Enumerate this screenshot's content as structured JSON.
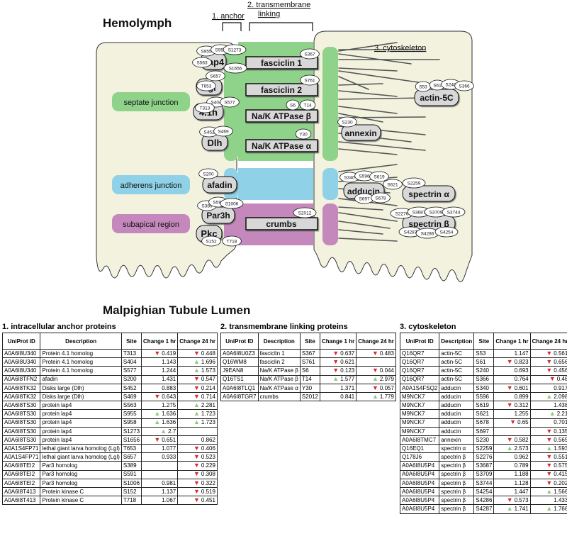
{
  "diagram": {
    "hemolymph": "Hemolymph",
    "lumen": "Malpighian Tubule Lumen",
    "anchor_label": "1. anchor",
    "transmembrane_label": [
      "2. transmembrane",
      "linking"
    ],
    "cytoskeleton_label": "3. cytoskeleton",
    "junctions": [
      "septate junction",
      "adherens junction",
      "subapical region"
    ],
    "anchor_proteins": [
      "Lap4",
      "Lgl",
      "4.1h",
      "Dlh",
      "afadin",
      "Par3h",
      "Pkc"
    ],
    "transmembrane_proteins": [
      "fasciclin 1",
      "fasciclin 2",
      "Na/K ATPase β",
      "Na/K ATPase α",
      "crumbs"
    ],
    "cyto_proteins": [
      "actin-5C",
      "annexin",
      "adducin",
      "spectrin α",
      "spectrin β"
    ],
    "sites": {
      "lap4": [
        "S955",
        "S958",
        "S1273",
        "S563",
        "S1656"
      ],
      "lgl": [
        "S657",
        "T653"
      ],
      "h41": [
        "S404",
        "S577",
        "T313"
      ],
      "dlh": [
        "S452",
        "S469"
      ],
      "afadin": [
        "S200"
      ],
      "par3h": [
        "S389",
        "S591",
        "S1006"
      ],
      "pkc": [
        "S152",
        "T718"
      ],
      "fas1": [
        "S367"
      ],
      "fas2": [
        "S761"
      ],
      "nakb": [
        "S6",
        "T14"
      ],
      "naka": [
        "Y30"
      ],
      "crumbs": [
        "S2012"
      ],
      "actin": [
        "S53",
        "S61",
        "S240",
        "S366"
      ],
      "annexin": [
        "S230"
      ],
      "adducin": [
        "S340",
        "S596",
        "S619",
        "S621",
        "S697",
        "S678"
      ],
      "spectrin_a": [
        "S2259"
      ],
      "spectrin_b": [
        "S2276",
        "S3687",
        "S3709",
        "S3744",
        "S4287",
        "S4286",
        "S4254"
      ]
    }
  },
  "colors": {
    "cell": "#f2f2df",
    "septate": "#8fd28a",
    "adherens": "#8fd1e6",
    "subapical": "#c488bd",
    "protein_fill": "#d8d8d8",
    "up_arrow": "#8cc87a",
    "down_arrow": "#d42a32"
  },
  "tables": {
    "t1": {
      "title": "1. intracellular anchor proteins",
      "headers": [
        "UniProt ID",
        "Description",
        "Site",
        "Change 1 hr",
        "Change 24 hr"
      ],
      "rows": [
        [
          "A0A6I8U340",
          "Protein 4.1 homolog",
          "T313",
          "down",
          "0.419",
          "down",
          "0.448"
        ],
        [
          "A0A6I8U340",
          "Protein 4.1 homolog",
          "S404",
          "",
          "1.143",
          "up",
          "1.696"
        ],
        [
          "A0A6I8U340",
          "Protein 4.1 homolog",
          "S577",
          "",
          "1.244",
          "up",
          "1.573"
        ],
        [
          "A0A6I8TFN2",
          "afadin",
          "S200",
          "",
          "1.431",
          "down",
          "0.547"
        ],
        [
          "A0A6I8TK32",
          "Disks large (Dlh)",
          "S452",
          "",
          "0.883",
          "down",
          "0.214"
        ],
        [
          "A0A6I8TK32",
          "Disks large (Dlh)",
          "S469",
          "down",
          "0.643",
          "down",
          "0.714"
        ],
        [
          "A0A6I8TS30",
          "protein lap4",
          "S563",
          "",
          "1.275",
          "up",
          "2.281"
        ],
        [
          "A0A6I8TS30",
          "protein lap4",
          "S955",
          "up",
          "1.636",
          "up",
          "1.723"
        ],
        [
          "A0A6I8TS30",
          "protein lap4",
          "S958",
          "up",
          "1.636",
          "up",
          "1.723"
        ],
        [
          "A0A6I8TS30",
          "protein lap4",
          "S1273",
          "up",
          "2.7",
          "",
          ""
        ],
        [
          "A0A6I8TS30",
          "protein lap4",
          "S1656",
          "down",
          "0.651",
          "",
          "0.862"
        ],
        [
          "A0A1S4FP71",
          "lethal giant larva homolog (Lgl)",
          "T653",
          "",
          "1.077",
          "down",
          "0.406"
        ],
        [
          "A0A1S4FP71",
          "lethal giant larva homolog (Lgl)",
          "S657",
          "",
          "0.933",
          "down",
          "0.523"
        ],
        [
          "A0A6I8TEI2",
          "Par3 homolog",
          "S389",
          "",
          "",
          "down",
          "0.229"
        ],
        [
          "A0A6I8TEI2",
          "Par3 homolog",
          "S591",
          "",
          "",
          "down",
          "0.308"
        ],
        [
          "A0A6I8TEI2",
          "Par3 homolog",
          "S1006",
          "",
          "0.981",
          "down",
          "0.322"
        ],
        [
          "A0A6I8T413",
          "Protein kinase C",
          "S152",
          "",
          "1.137",
          "down",
          "0.519"
        ],
        [
          "A0A6I8T413",
          "Protein kinase C",
          "T718",
          "",
          "1.067",
          "down",
          "0.451"
        ]
      ]
    },
    "t2": {
      "title": "2. transmembrane linking proteins",
      "headers": [
        "UniProt ID",
        "Description",
        "Site",
        "Change 1 hr",
        "Change 24 hr"
      ],
      "rows": [
        [
          "A0A6I8U0Z3",
          "fasciclin 1",
          "S367",
          "down",
          "0.637",
          "down",
          "0.483"
        ],
        [
          "Q16WM8",
          "fasciclin 2",
          "S761",
          "down",
          "0.621",
          "",
          ""
        ],
        [
          "J9EAN8",
          "Na/K ATPase β",
          "S6",
          "down",
          "0.123",
          "down",
          "0.044"
        ],
        [
          "Q16TS1",
          "Na/K ATPase β",
          "T14",
          "up",
          "1.577",
          "up",
          "2.979"
        ],
        [
          "A0A6I8TLQ1",
          "Na/K ATPase α",
          "Y30",
          "",
          "1.371",
          "down",
          "0.057"
        ],
        [
          "A0A6I8TGR7",
          "crumbs",
          "S2012",
          "",
          "0.841",
          "up",
          "1.779"
        ]
      ]
    },
    "t3": {
      "title": "3. cytoskeleton",
      "headers": [
        "UniProt ID",
        "Description",
        "Site",
        "Change 1 hr",
        "Change 24 hr"
      ],
      "rows": [
        [
          "Q16QR7",
          "actin-5C",
          "S53",
          "",
          "1.147",
          "down",
          "0.561"
        ],
        [
          "Q16QR7",
          "actin-5C",
          "S61",
          "down",
          "0.823",
          "down",
          "0.656"
        ],
        [
          "Q16QR7",
          "actin-5C",
          "S240",
          "",
          "0.693",
          "down",
          "0.456"
        ],
        [
          "Q16QR7",
          "actin-5C",
          "S366",
          "",
          "0.764",
          "down",
          "0.48"
        ],
        [
          "A0A1S4FSQ2",
          "adducin",
          "S340",
          "down",
          "0.601",
          "",
          "0.917"
        ],
        [
          "M9NCK7",
          "adducin",
          "S596",
          "",
          "0.899",
          "up",
          "2.098"
        ],
        [
          "M9NCK7",
          "adducin",
          "S619",
          "down",
          "0.312",
          "",
          "1.438"
        ],
        [
          "M9NCK7",
          "adducin",
          "S621",
          "",
          "1.255",
          "up",
          "2.21"
        ],
        [
          "M9NCK7",
          "adducin",
          "S678",
          "down",
          "0.65",
          "",
          "0.701"
        ],
        [
          "M9NCK7",
          "adducin",
          "S697",
          "",
          "",
          "down",
          "0.135"
        ],
        [
          "A0A6I8TMC7",
          "annexin",
          "S230",
          "down",
          "0.582",
          "down",
          "0.565"
        ],
        [
          "Q16EQ1",
          "spectrin α",
          "S2259",
          "up",
          "2.573",
          "up",
          "1.593"
        ],
        [
          "Q178J6",
          "spectrin β",
          "S2276",
          "",
          "0.962",
          "down",
          "0.551"
        ],
        [
          "A0A6I8U5P4",
          "spectrin β",
          "S3687",
          "",
          "0.789",
          "down",
          "0.575"
        ],
        [
          "A0A6I8U5P4",
          "spectrin β",
          "S3709",
          "",
          "1.188",
          "down",
          "0.415"
        ],
        [
          "A0A6I8U5P4",
          "spectrin β",
          "S3744",
          "",
          "1.128",
          "down",
          "0.202"
        ],
        [
          "A0A6I8U5P4",
          "spectrin β",
          "S4254",
          "",
          "1.447",
          "up",
          "1.566"
        ],
        [
          "A0A6I8U5P4",
          "spectrin β",
          "S4286",
          "down",
          "0.573",
          "",
          "1.433"
        ],
        [
          "A0A6I8U5P4",
          "spectrin β",
          "S4287",
          "up",
          "1.741",
          "up",
          "1.766"
        ]
      ]
    }
  }
}
